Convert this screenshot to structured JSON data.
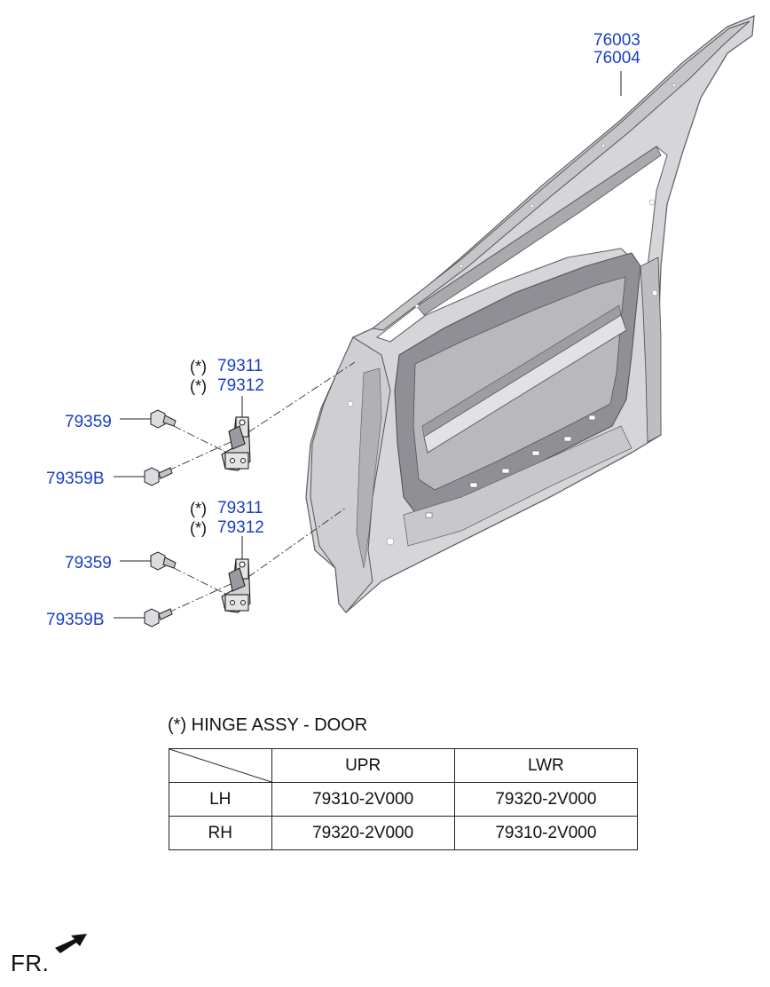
{
  "parts": {
    "door_panel_1": "76003",
    "door_panel_2": "76004",
    "upper_hinge_1": "79311",
    "upper_hinge_2": "79312",
    "upper_bolt_a": "79359",
    "upper_bolt_b": "79359B",
    "lower_hinge_1": "79311",
    "lower_hinge_2": "79312",
    "lower_bolt_a": "79359",
    "lower_bolt_b": "79359B"
  },
  "marker": "(*)",
  "note": "(*) HINGE ASSY - DOOR",
  "table": {
    "headers": [
      "UPR",
      "LWR"
    ],
    "rows": [
      {
        "side": "LH",
        "upr": "79310-2V000",
        "lwr": "79320-2V000"
      },
      {
        "side": "RH",
        "upr": "79320-2V000",
        "lwr": "79310-2V000"
      }
    ]
  },
  "direction": "FR.",
  "colors": {
    "part_label": "#1a3ec8",
    "door_fill": "#d9d9dc",
    "door_shade": "#9a9aa0"
  }
}
